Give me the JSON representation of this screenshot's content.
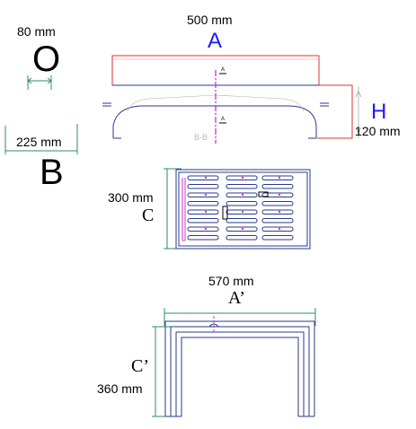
{
  "dimensions": {
    "o_diameter": "80 mm",
    "o_letter": "O",
    "b_width": "225 mm",
    "b_letter": "B",
    "a_length": "500 mm",
    "a_letter": "A",
    "h_height": "120 mm",
    "h_letter": "H",
    "c_depth": "300 mm",
    "c_letter": "C",
    "a_prime_length": "570 mm",
    "a_prime_letter": "A’",
    "c_prime_height": "360 mm",
    "c_prime_letter": "C’"
  },
  "annotations": {
    "section_mark": "A",
    "section_mark_2": "A",
    "section_label": "B-B"
  },
  "colors": {
    "letter_a": "#1a1aff",
    "letter_h": "#1a1aff",
    "dimension_red": "#e03030",
    "section_magenta": "#cc33cc",
    "dimension_teal": "#2e8b6e",
    "outline": "#2a3a8a"
  }
}
